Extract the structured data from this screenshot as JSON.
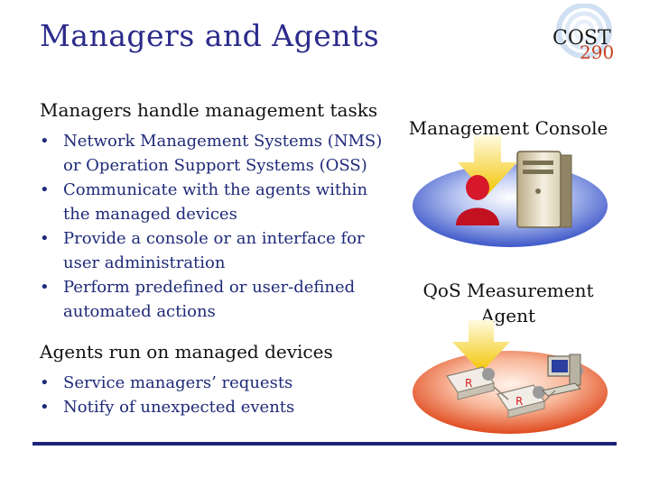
{
  "slide": {
    "title": "Managers and Agents"
  },
  "logo": {
    "line1": "COST",
    "line2": "290"
  },
  "managers": {
    "heading": "Managers handle management tasks",
    "bullets": [
      {
        "line1": "Network Management Systems (NMS)",
        "line2": "or Operation Support Systems (OSS)"
      },
      {
        "line1": "Communicate with the agents within",
        "line2": "the managed devices"
      },
      {
        "line1": "Provide a console or an interface for",
        "line2": "user administration"
      },
      {
        "line1": "Perform predefined or user-defined",
        "line2": "automated actions"
      }
    ]
  },
  "agents": {
    "heading": "Agents run on managed devices",
    "bullets": [
      {
        "line1": "Service managers’ requests"
      },
      {
        "line1": "Notify of unexpected events"
      }
    ]
  },
  "figures": {
    "console_label": "Management Console",
    "agent_label_line1": "QoS Measurement",
    "agent_label_line2": "Agent"
  },
  "colors": {
    "title": "#2b2b8c",
    "bullet_text": "#1f2a78",
    "rule": "#1c2378",
    "logo_accent": "#c8401e"
  }
}
